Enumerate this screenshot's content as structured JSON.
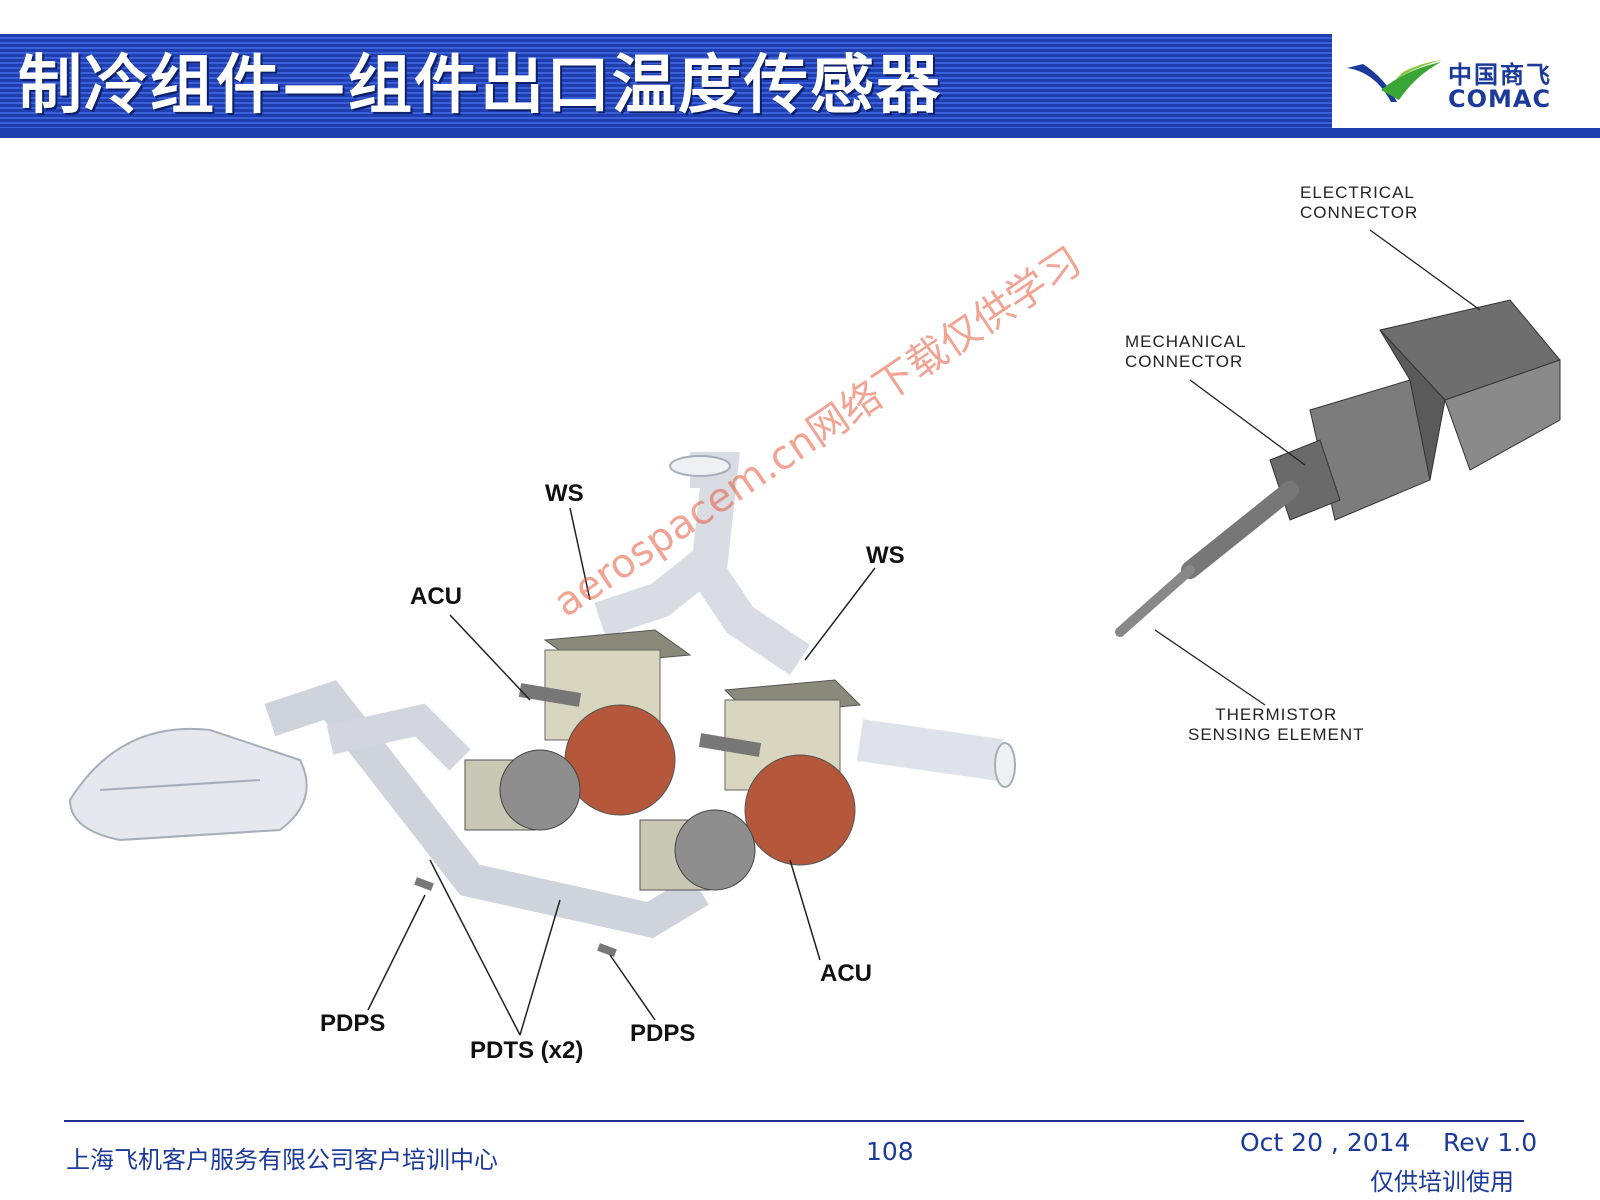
{
  "header": {
    "title": "制冷组件—组件出口温度传感器",
    "logo": {
      "cn": "中国商飞",
      "en": "COMAC",
      "icon": "comac-logo-icon"
    }
  },
  "diagram": {
    "callouts": {
      "ws_left": "WS",
      "ws_right": "WS",
      "acu_top": "ACU",
      "acu_bottom": "ACU",
      "pdps_left": "PDPS",
      "pdps_right": "PDPS",
      "pdts": "PDTS (x2)"
    },
    "sensor_labels": {
      "electrical_1": "ELECTRICAL",
      "electrical_2": "CONNECTOR",
      "mechanical_1": "MECHANICAL",
      "mechanical_2": "CONNECTOR",
      "thermistor_1": "THERMISTOR",
      "thermistor_2": "SENSING ELEMENT"
    },
    "watermark": "aerospacem.cn网络下载仅供学习"
  },
  "footer": {
    "organization": "上海飞机客户服务有限公司客户培训中心",
    "page_number": "108",
    "date": "Oct 20 , 2014",
    "revision": "Rev 1.0",
    "usage_note": "仅供培训使用"
  }
}
